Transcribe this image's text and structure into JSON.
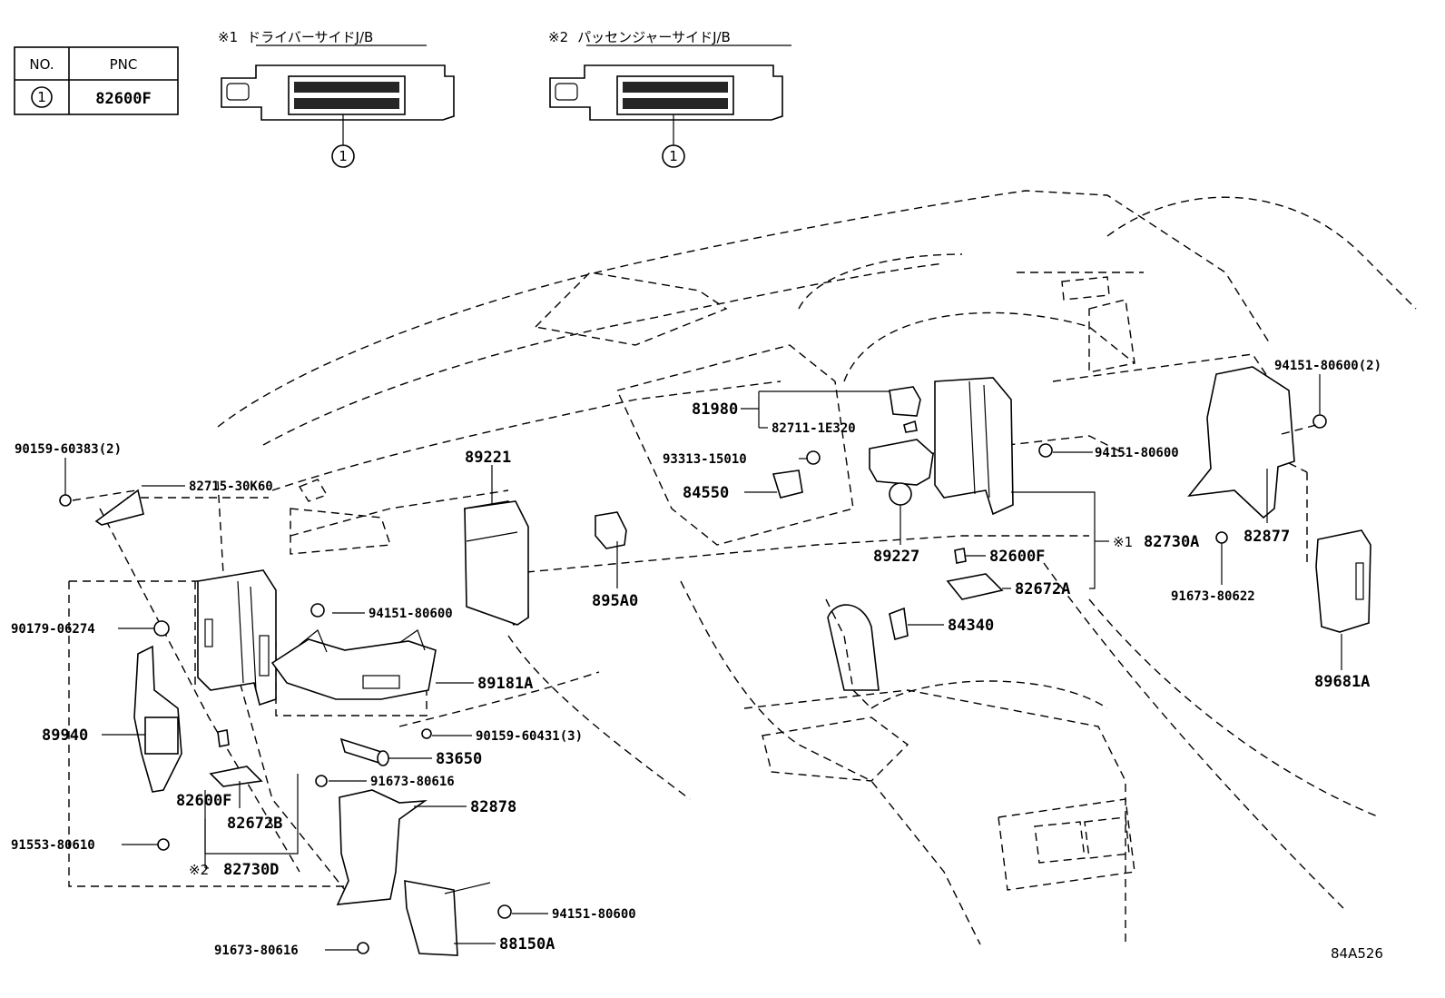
{
  "table": {
    "col_no": "NO.",
    "col_pnc": "PNC",
    "row_no": "1",
    "row_pnc": "82600F"
  },
  "junction_boxes": {
    "driver": {
      "mark": "※1",
      "title": "ドライバーサイドJ/B",
      "callout": "1"
    },
    "passenger": {
      "mark": "※2",
      "title": "パッセンジャーサイドJ/B",
      "callout": "1"
    }
  },
  "labels": {
    "p90159_60383": "90159-60383(2)",
    "p82715_30k60": "82715-30K60",
    "p90179_06274": "90179-06274",
    "p89940": "89940",
    "p91553_80610": "91553-80610",
    "p82600f_left": "82600F",
    "p82672b": "82672B",
    "p82730d_mark": "※2",
    "p82730d": "82730D",
    "p91673_80616_low": "91673-80616",
    "p89221": "89221",
    "p94151_80600_mid": "94151-80600",
    "p89181a": "89181A",
    "p90159_60431": "90159-60431(3)",
    "p83650": "83650",
    "p91673_80616_mid": "91673-80616",
    "p82878": "82878",
    "p94151_80600_low": "94151-80600",
    "p88150a": "88150A",
    "p895a0": "895A0",
    "p81980": "81980",
    "p82711_1e320": "82711-1E320",
    "p93313_15010": "93313-15010",
    "p84550": "84550",
    "p89227": "89227",
    "p82600f_right": "82600F",
    "p82672a": "82672A",
    "p84340": "84340",
    "p82730a_mark": "※1",
    "p82730a": "82730A",
    "p94151_80600_right": "94151-80600",
    "p94151_80600_2": "94151-80600(2)",
    "p82877": "82877",
    "p91673_80622": "91673-80622",
    "p89681a": "89681A",
    "ref_code": "84A526"
  }
}
